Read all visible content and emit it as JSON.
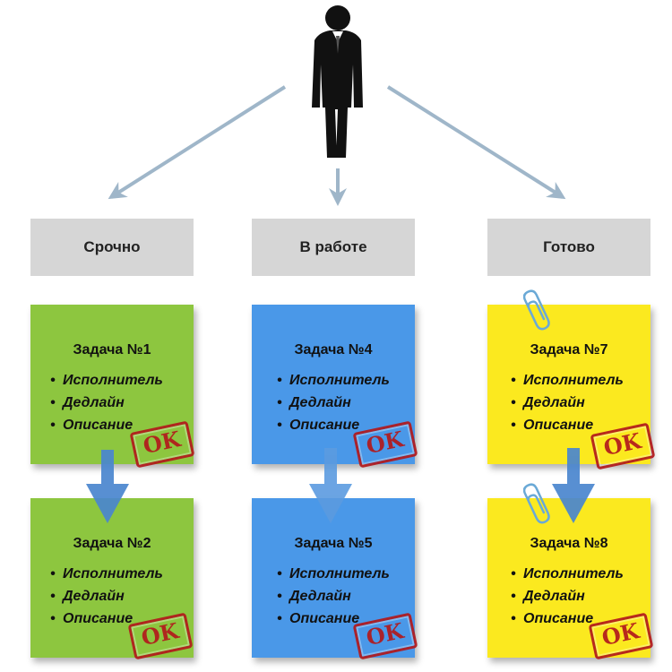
{
  "headers": [
    "Срочно",
    "В работе",
    "Готово"
  ],
  "tasks": [
    {
      "title": "Задача №1",
      "stamp": "OK",
      "color": "#8dc63f"
    },
    {
      "title": "Задача №2",
      "stamp": "OK",
      "color": "#8dc63f"
    },
    {
      "title": "Задача №4",
      "stamp": "OK",
      "color": "#4a98e8"
    },
    {
      "title": "Задача №5",
      "stamp": "OK",
      "color": "#4a98e8"
    },
    {
      "title": "Задача №7",
      "stamp": "OK",
      "color": "#fbe91f"
    },
    {
      "title": "Задача №8",
      "stamp": "OK",
      "color": "#fbe91f"
    }
  ],
  "items": [
    "Исполнитель",
    "Дедлайн",
    "Описание"
  ],
  "colors": {
    "urgent": "#8dc63f",
    "in_progress": "#4a98e8",
    "done": "#fbe91f",
    "header_bg": "#d6d6d6",
    "arrow_gray": "#9fb6c9",
    "arrow_blue": "#4a86cf",
    "stamp_red": "#b2191c"
  },
  "icons": [
    "businessman-icon",
    "paperclip-icon"
  ]
}
